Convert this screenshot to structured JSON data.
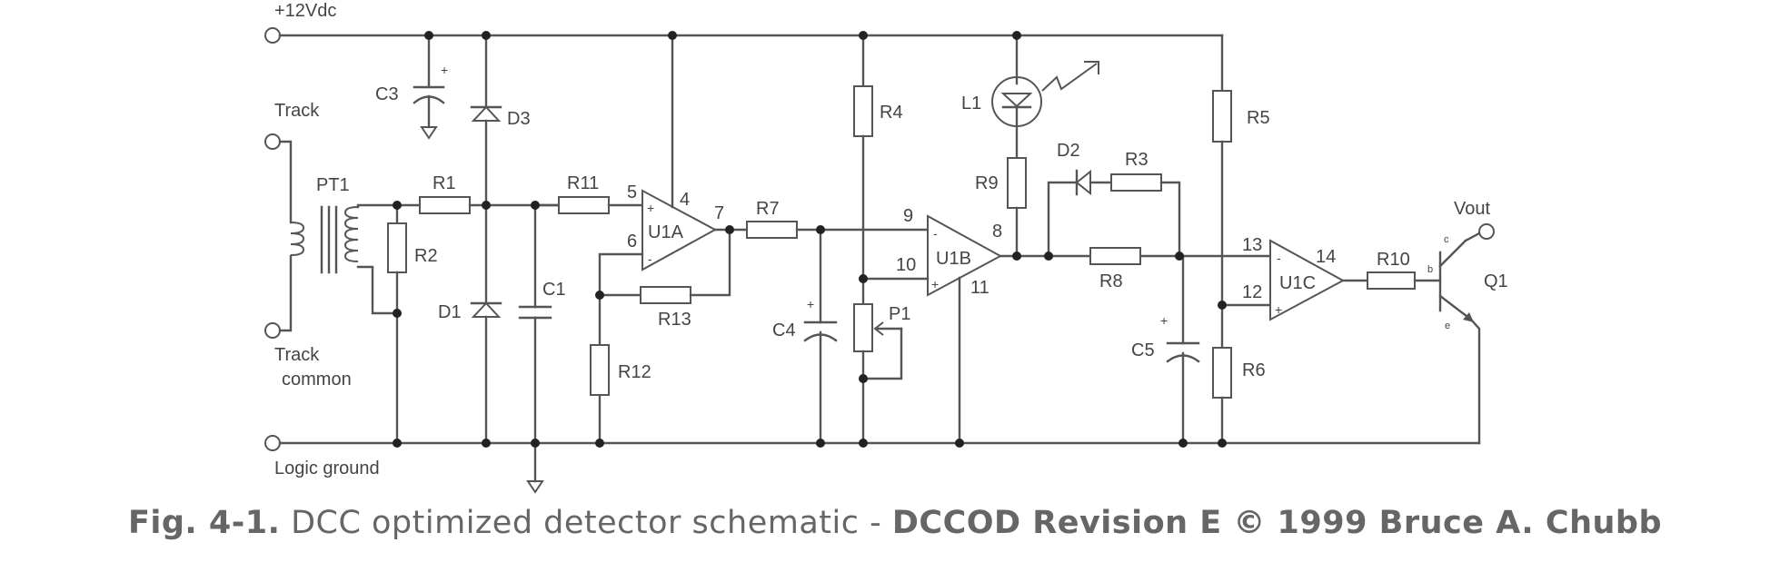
{
  "terminals": {
    "vcc": "+12Vdc",
    "track": "Track",
    "track_common_line1": "Track",
    "track_common_line2": "common",
    "logic_ground": "Logic ground",
    "vout": "Vout"
  },
  "components": {
    "PT1": "PT1",
    "R1": "R1",
    "R2": "R2",
    "R3": "R3",
    "R4": "R4",
    "R5": "R5",
    "R6": "R6",
    "R7": "R7",
    "R8": "R8",
    "R9": "R9",
    "R10": "R10",
    "R11": "R11",
    "R12": "R12",
    "R13": "R13",
    "C1": "C1",
    "C3": "C3",
    "C4": "C4",
    "C5": "C5",
    "D1": "D1",
    "D2": "D2",
    "D3": "D3",
    "L1": "L1",
    "P1": "P1",
    "Q1": "Q1",
    "U1A": "U1A",
    "U1B": "U1B",
    "U1C": "U1C"
  },
  "pins": {
    "u1a_plus": "5",
    "u1a_minus": "6",
    "u1a_vcc": "4",
    "u1a_out": "7",
    "u1b_minus": "9",
    "u1b_plus": "10",
    "u1b_out": "8",
    "u1b_gnd": "11",
    "u1c_minus": "13",
    "u1c_plus": "12",
    "u1c_out": "14",
    "q1_c": "c",
    "q1_b": "b",
    "q1_e": "e",
    "plus": "+",
    "minus": "-"
  },
  "caption": {
    "fig": "Fig. 4-1.",
    "text": " DCC optimized detector schematic - ",
    "rights": "DCCOD Revision E © 1999 Bruce A. Chubb"
  }
}
